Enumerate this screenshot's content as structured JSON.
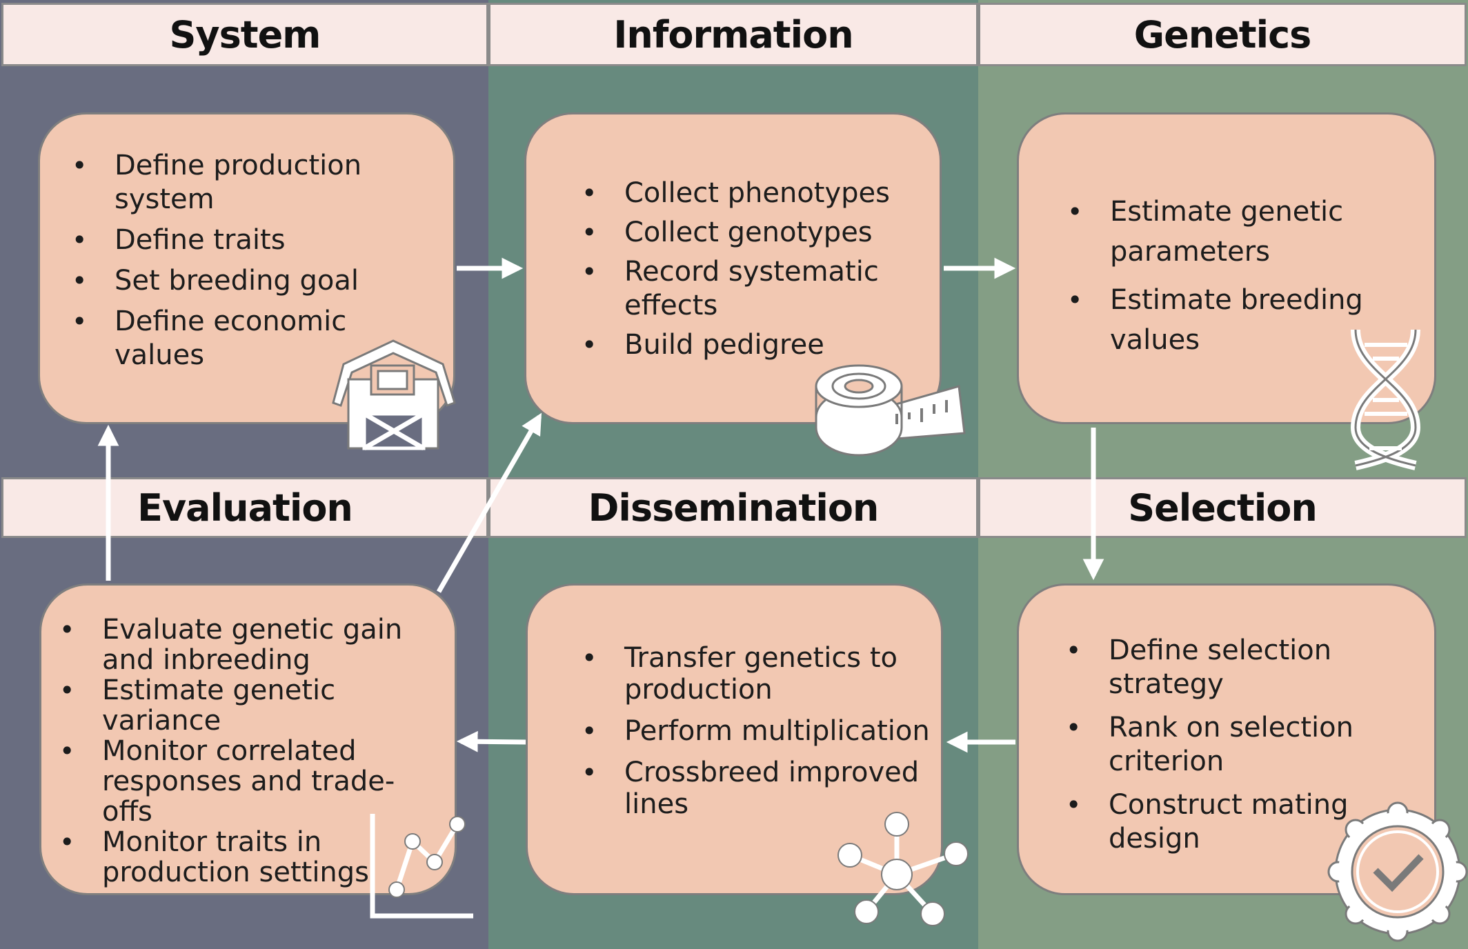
{
  "colors": {
    "left_panel": "#696d80",
    "middle_panel": "#678a7e",
    "right_panel": "#849e85",
    "band": "#f9e9e6",
    "card": "#f2c8b2",
    "arrow": "#ffffff"
  },
  "stages": {
    "system": {
      "title": "System",
      "icon": "barn-icon",
      "items": [
        "Define production system",
        "Define traits",
        "Set breeding goal",
        "Define economic values"
      ]
    },
    "information": {
      "title": "Information",
      "icon": "measuring-tape-icon",
      "items": [
        "Collect phenotypes",
        "Collect genotypes",
        "Record systematic effects",
        "Build pedigree"
      ]
    },
    "genetics": {
      "title": "Genetics",
      "icon": "dna-icon",
      "items": [
        "Estimate genetic parameters",
        "Estimate breeding values"
      ]
    },
    "selection": {
      "title": "Selection",
      "icon": "badge-check-icon",
      "items": [
        "Define selection strategy",
        "Rank on selection criterion",
        "Construct mating design"
      ]
    },
    "dissemination": {
      "title": "Dissemination",
      "icon": "network-icon",
      "items": [
        "Transfer genetics to production",
        "Perform multiplication",
        "Crossbreed improved lines"
      ]
    },
    "evaluation": {
      "title": "Evaluation",
      "icon": "line-graph-icon",
      "items": [
        "Evaluate genetic gain and inbreeding",
        "Estimate genetic variance",
        "Monitor correlated responses and trade-offs",
        "Monitor traits in production settings"
      ]
    }
  }
}
